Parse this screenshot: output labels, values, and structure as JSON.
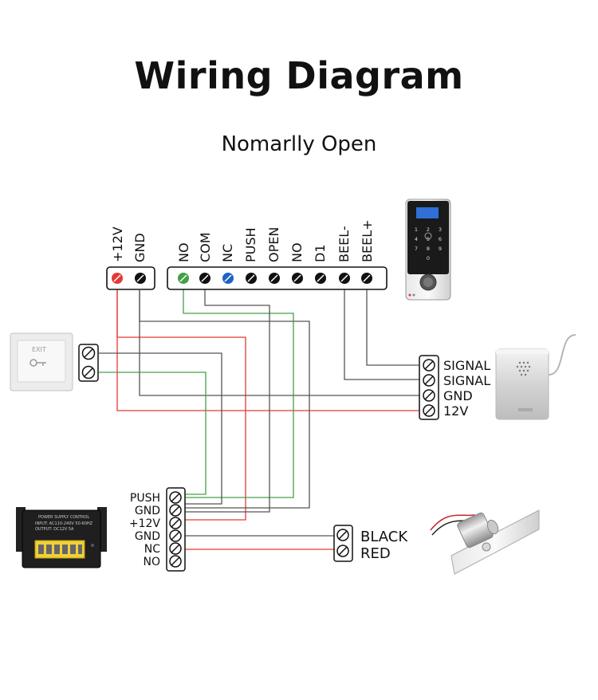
{
  "title": "Wiring Diagram",
  "subtitle": "Nomarlly Open",
  "controller_terminals": [
    "+12V",
    "GND",
    "NO",
    "COM",
    "NC",
    "PUSH",
    "OPEN",
    "NO",
    "D1",
    "BEEL-",
    "BEEL+"
  ],
  "bell_terminals": [
    "SIGNAL",
    "SIGNAL",
    "GND",
    "12V"
  ],
  "psu_terminals": [
    "PUSH",
    "GND",
    "+12V",
    "GND",
    "NC",
    "NO"
  ],
  "lock_terminals": [
    "BLACK",
    "RED"
  ],
  "keypad_digits": [
    "1",
    "2",
    "3",
    "4",
    "5",
    "6",
    "7",
    "8",
    "9",
    "0"
  ],
  "psu_label": {
    "line1": "POWER SUPPLY CONTROL",
    "line2": "INPUT: AC110-240V 50-60HZ",
    "line3": "OUTPUT: DC12V 5A"
  },
  "exit_button_label": "EXIT",
  "colors": {
    "red": "#e53935",
    "green": "#43a047",
    "blue": "#1e63c8",
    "black": "#222222",
    "grey": "#666666"
  }
}
